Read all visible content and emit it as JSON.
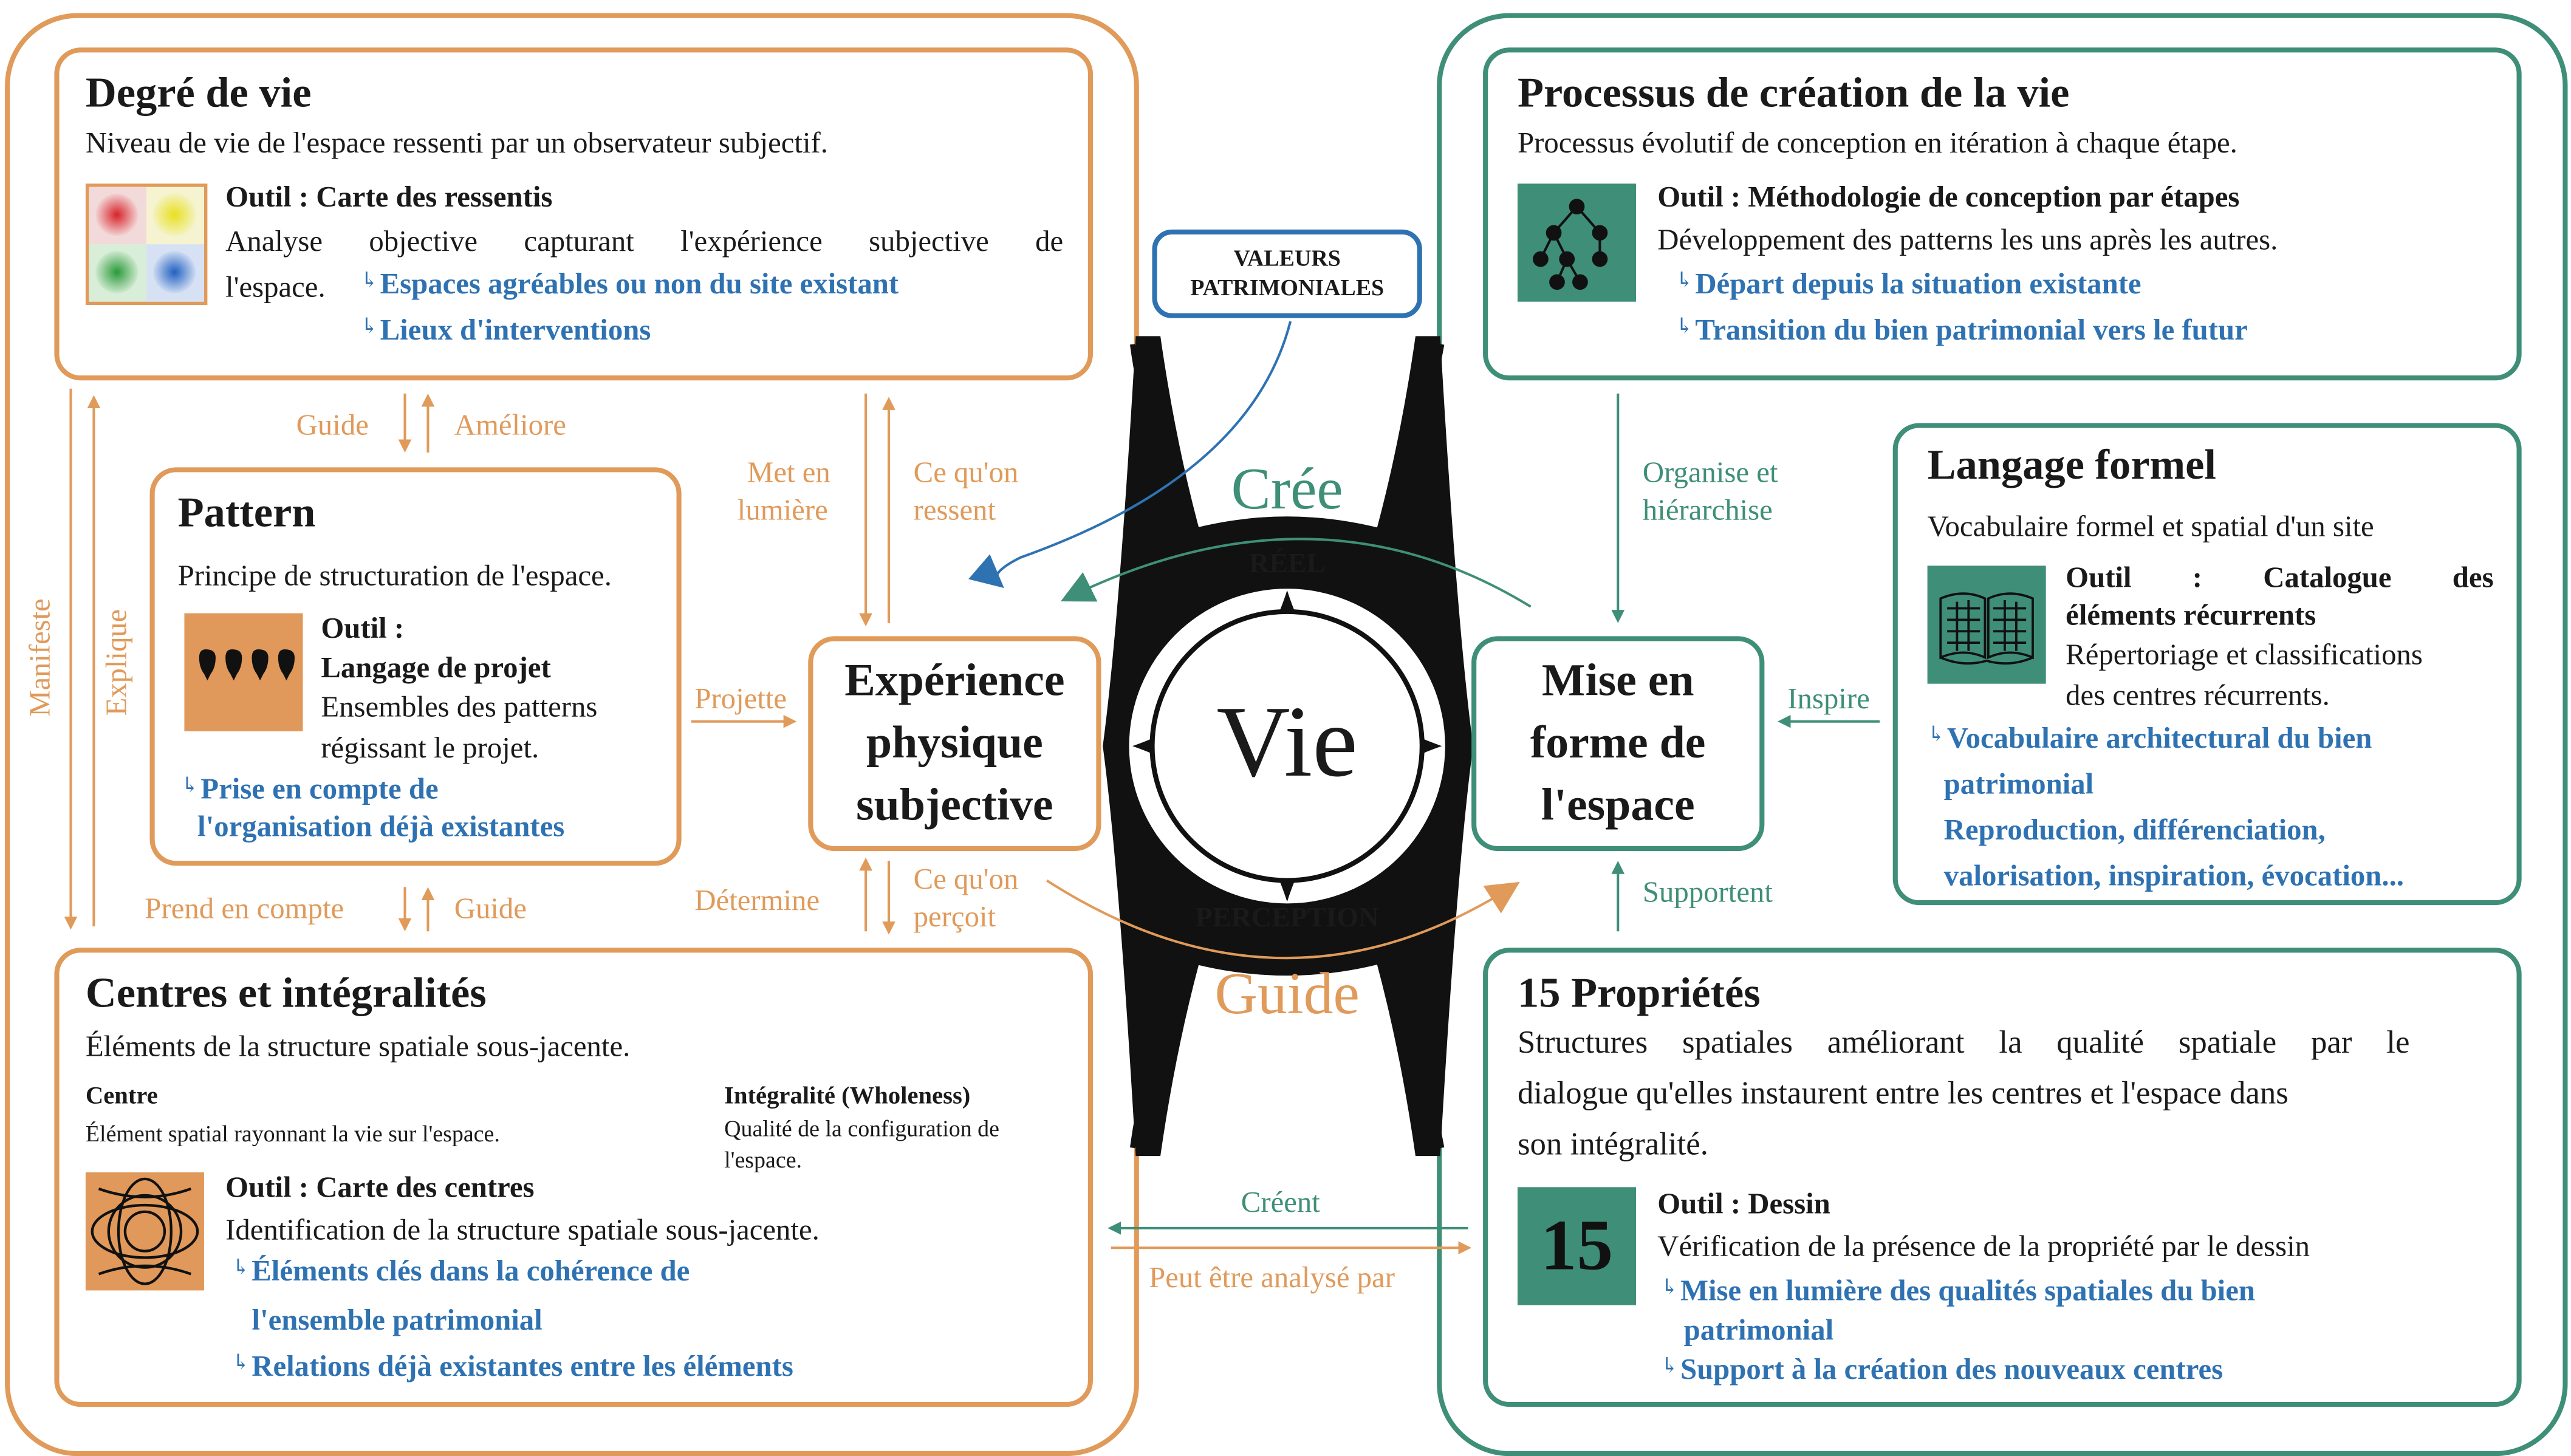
{
  "degre_de_vie": {
    "title": "Degré de vie",
    "description": "Niveau de vie de l'espace ressenti par un observateur subjectif.",
    "tool": "Outil : Carte des ressentis",
    "tool_text_1": "Analyse objective capturant l'expérience subjective de",
    "tool_text_2": "l'espace.",
    "bullets": [
      "Espaces agréables ou non du site existant",
      "Lieux d'interventions"
    ],
    "icon": "feelings-map-icon"
  },
  "pattern": {
    "title": "Pattern",
    "description": "Principe de structuration de l'espace.",
    "tool_1": "Outil :",
    "tool_2": "Langage de projet",
    "tool_text_1": "Ensembles des patterns",
    "tool_text_2": "régissant le projet.",
    "bullets": [
      "Prise en compte de",
      "l'organisation déjà existantes"
    ],
    "icon": "pattern-language-icon"
  },
  "centres": {
    "title": "Centres et intégralités",
    "description": "Éléments de la structure spatiale sous-jacente.",
    "centre_title": "Centre",
    "centre_text": "Élément spatial rayonnant la vie sur l'espace.",
    "integralite_title": "Intégralité (Wholeness)",
    "integralite_text_1": "Qualité de la configuration de",
    "integralite_text_2": "l'espace.",
    "tool": "Outil : Carte des centres",
    "tool_text": "Identification de la structure spatiale sous-jacente.",
    "bullets": [
      "Éléments clés dans la cohérence de",
      "l'ensemble patrimonial",
      "Relations déjà existantes entre les éléments"
    ],
    "icon": "centres-map-icon"
  },
  "processus": {
    "title": "Processus de création de la vie",
    "description": "Processus évolutif de conception en itération à chaque étape.",
    "tool": "Outil : Méthodologie de conception par étapes",
    "tool_text": "Développement des patterns les uns après les autres.",
    "bullets": [
      "Départ depuis la situation existante",
      "Transition du bien patrimonial vers le futur"
    ],
    "icon": "process-tree-icon"
  },
  "langage": {
    "title": "Langage formel",
    "description": "Vocabulaire formel et spatial d'un site",
    "tool_1": "Outil : Catalogue des",
    "tool_2": "éléments récurrents",
    "tool_text_1": "Répertoriage et classifications",
    "tool_text_2": "des centres récurrents.",
    "bullets": [
      "Vocabulaire architectural du bien",
      "patrimonial",
      "Reproduction, différenciation,",
      "valorisation, inspiration, évocation..."
    ],
    "icon": "catalogue-book-icon"
  },
  "proprietes": {
    "title": "15 Propriétés",
    "description": [
      "Structures spatiales améliorant la qualité spatiale par le",
      "dialogue qu'elles instaurent entre les centres et l'espace dans",
      "son intégralité."
    ],
    "tool": "Outil : Dessin",
    "tool_text": "Vérification de la présence de la propriété par le dessin",
    "bullets": [
      "Mise en lumière des qualités spatiales du bien",
      "patrimonial",
      "Support à la création des nouveaux centres"
    ],
    "icon_number": "15"
  },
  "experience": {
    "lines": [
      "Expérience",
      "physique",
      "subjective"
    ]
  },
  "mise_en_forme": {
    "lines": [
      "Mise en",
      "forme de",
      "l'espace"
    ]
  },
  "valeurs": {
    "lines": [
      "VALEURS",
      "PATRIMONIALES"
    ]
  },
  "center": {
    "vie": "Vie",
    "reel": "RÉEL",
    "perception": "PERCEPTION",
    "cree": "Crée",
    "guide": "Guide"
  },
  "labels": {
    "guide_top": "Guide",
    "ameliore": "Améliore",
    "met_en_lumiere": [
      "Met en",
      "lumière"
    ],
    "ce_quon_ressent": [
      "Ce qu'on",
      "ressent"
    ],
    "manifeste": "Manifeste",
    "explique": "Explique",
    "projette": "Projette",
    "prend_en_compte": "Prend en compte",
    "guide_bottom": "Guide",
    "determine": "Détermine",
    "ce_quon_percoit": [
      "Ce qu'on",
      "perçoit"
    ],
    "organise": [
      "Organise et",
      "hiérarchise"
    ],
    "inspire": "Inspire",
    "supportent": "Supportent",
    "creent": "Créent",
    "peut_etre_analyse": "Peut être analysé par"
  },
  "colors": {
    "orange": "#e09a5a",
    "green": "#3f8f78",
    "blue": "#2f72b2",
    "dark": "#1a1a1a"
  }
}
